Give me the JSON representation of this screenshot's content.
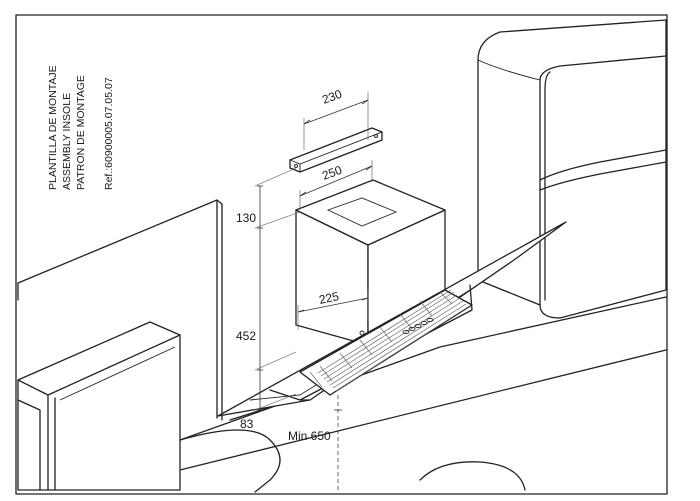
{
  "drawing": {
    "template_labels": [
      "PLANTILLA DE MONTAJE",
      "ASSEMBLY INSOLE",
      "PATRON DE MONTAGE"
    ],
    "reference": "Ref.:60900005.07.05.07"
  },
  "dimensions": {
    "bracket_width": "230",
    "chimney_width": "250",
    "chimney_top_offset": "130",
    "canopy_width": "225",
    "chimney_height": "452",
    "canopy_depth": "83",
    "min_height": "Min 650"
  }
}
